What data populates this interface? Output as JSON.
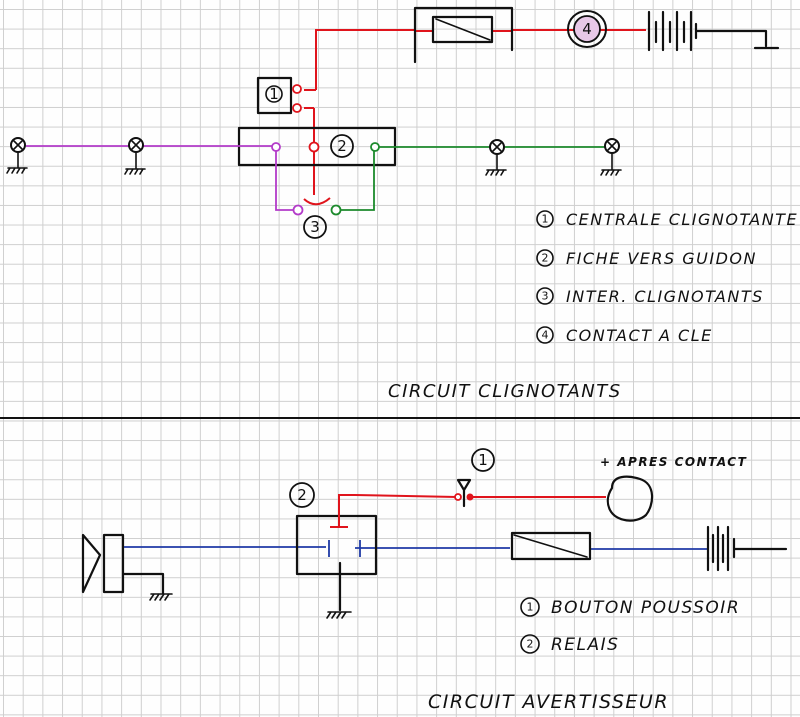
{
  "top_circuit": {
    "title": "CIRCUIT CLIGNOTANTS",
    "markers": [
      "1",
      "2",
      "3",
      "4"
    ],
    "legend": [
      {
        "num": "1",
        "label": "CENTRALE CLIGNOTANTE"
      },
      {
        "num": "2",
        "label": "FICHE VERS GUIDON"
      },
      {
        "num": "3",
        "label": "INTER. CLIGNOTANTS"
      },
      {
        "num": "4",
        "label": "CONTACT A CLE"
      }
    ]
  },
  "bottom_circuit": {
    "title": "CIRCUIT AVERTISSEUR",
    "markers": [
      "1",
      "2"
    ],
    "supply_label": "+ APRES CONTACT",
    "legend": [
      {
        "num": "1",
        "label": "BOUTON POUSSOIR"
      },
      {
        "num": "2",
        "label": "RELAIS"
      }
    ]
  },
  "wire_colors": {
    "supply": "#e0141c",
    "left_indicators": "#b33bc9",
    "right_indicators": "#1c8a2c",
    "horn": "#1f3aa6"
  }
}
